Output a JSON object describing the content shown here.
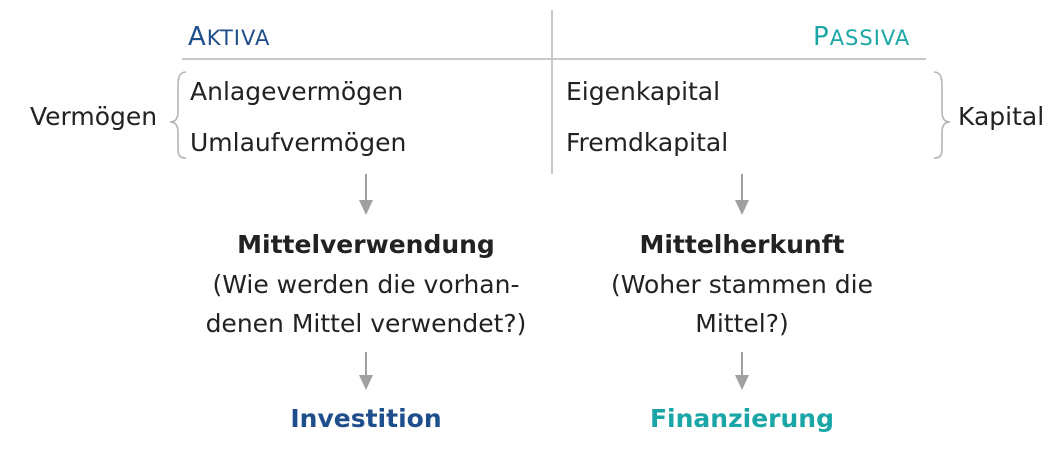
{
  "aktiva": {
    "heading_initial": "A",
    "heading_rest": "KTIVA",
    "group_label": "Vermögen",
    "items": [
      "Anlagevermögen",
      "Umlaufvermögen"
    ]
  },
  "passiva": {
    "heading_initial": "P",
    "heading_rest": "ASSIVA",
    "group_label": "Kapital",
    "items": [
      "Eigenkapital",
      "Fremdkapital"
    ]
  },
  "left_flow": {
    "title": "Mittelverwendung",
    "line1": "(Wie werden die vorhan-",
    "line2": "denen Mittel verwendet?)",
    "result": "Investition"
  },
  "right_flow": {
    "title": "Mittelherkunft",
    "line1": "(Woher stammen die",
    "line2": "Mittel?)",
    "result": "Finanzierung"
  },
  "colors": {
    "aktiva": "#1f4e8c",
    "passiva": "#1aa6a6",
    "text": "#222222",
    "lines": "#c8c8c8",
    "arrows": "#a0a0a0"
  }
}
